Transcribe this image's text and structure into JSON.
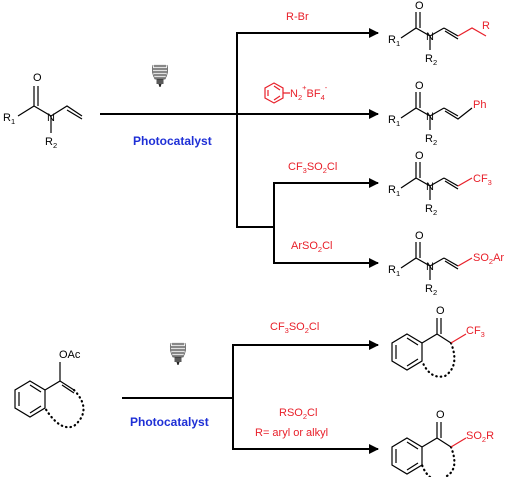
{
  "scheme1": {
    "start_R1": "R",
    "start_R1_sub": "1",
    "start_O": "O",
    "start_N": "N",
    "start_R2": "R",
    "start_R2_sub": "2",
    "catalyst": "Photocatalyst",
    "reagent1": "R-Br",
    "reagent2_N": "N",
    "reagent2_sub2": "2",
    "reagent2_plus": "+",
    "reagent2_BF": "BF",
    "reagent2_sub4": "4",
    "reagent2_minus": "-",
    "reagent3_a": "CF",
    "reagent3_sub3": "3",
    "reagent3_b": "SO",
    "reagent3_sub2": "2",
    "reagent3_c": "Cl",
    "reagent4_a": "ArSO",
    "reagent4_sub2": "2",
    "reagent4_b": "Cl",
    "p1_R": "R",
    "p2_Ph": "Ph",
    "p3_CF": "CF",
    "p3_sub3": "3",
    "p4_SO": "SO",
    "p4_sub2": "2",
    "p4_Ar": "Ar"
  },
  "scheme2": {
    "start_OAc": "OAc",
    "catalyst": "Photocatalyst",
    "reagent1_a": "CF",
    "reagent1_sub3": "3",
    "reagent1_b": "SO",
    "reagent1_sub2": "2",
    "reagent1_c": "Cl",
    "reagent2_a": "RSO",
    "reagent2_sub2": "2",
    "reagent2_b": "Cl",
    "reagent2_note": "R= aryl or alkyl",
    "p1_O": "O",
    "p1_CF": "CF",
    "p1_sub3": "3",
    "p2_O": "O",
    "p2_SO": "SO",
    "p2_sub2": "2",
    "p2_R": "R"
  },
  "colors": {
    "reagent": "#e8202a",
    "catalyst": "#1e2fd6",
    "ink": "#000000"
  },
  "icons": [
    "light-bulb-icon"
  ]
}
